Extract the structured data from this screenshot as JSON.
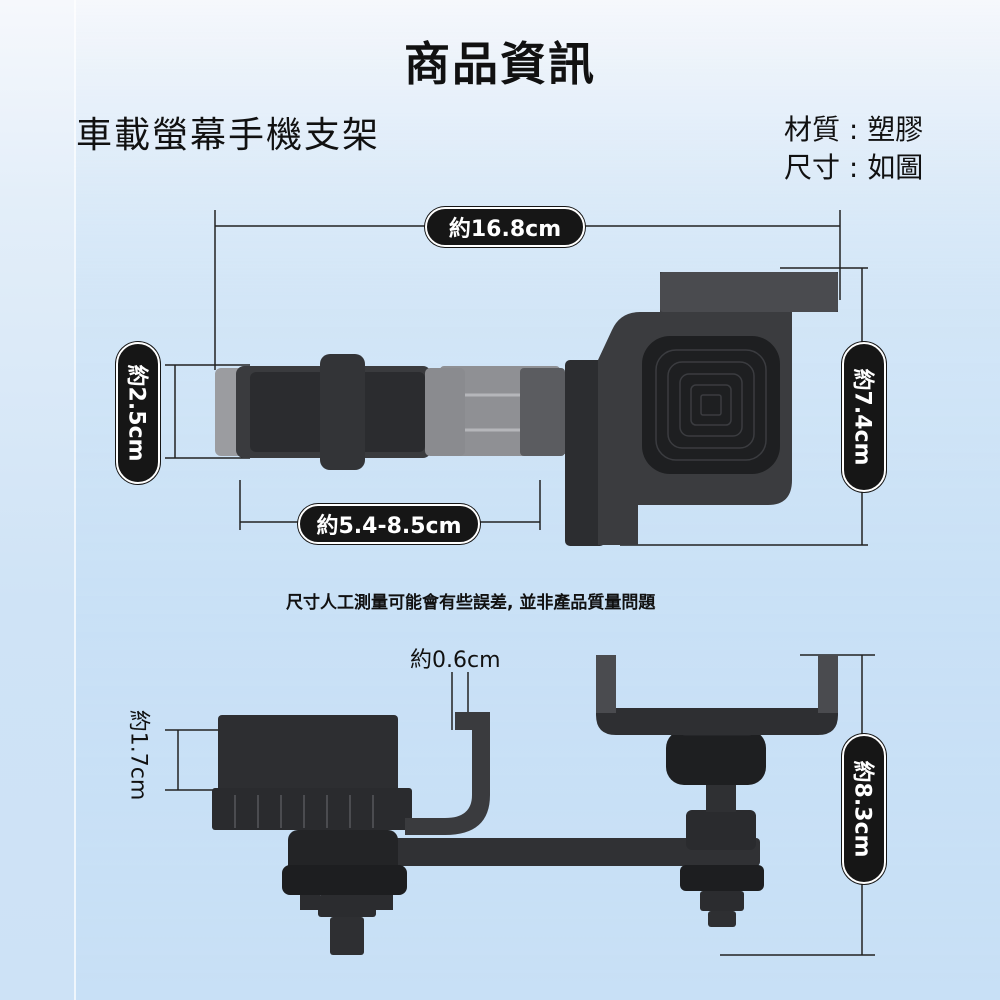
{
  "header": {
    "title": "商品資訊"
  },
  "product": {
    "name": "車載螢幕手機支架"
  },
  "specs": {
    "material_label": "材質",
    "material_value": "塑膠",
    "size_label": "尺寸",
    "size_value": "如圖",
    "separator": ":"
  },
  "dimensions": {
    "width": "約16.8cm",
    "grip_height": "約2.5cm",
    "grip_range": "約5.4-8.5cm",
    "body_height": "約7.4cm",
    "thickness": "約0.6cm",
    "clip_height": "約1.7cm",
    "total_height": "約8.3cm"
  },
  "note": "尺寸人工測量可能會有些誤差, 並非產品質量問題",
  "colors": {
    "pill_bg": "#161616",
    "product_dark": "#2a2a2c",
    "product_grey": "#8d8d90",
    "line": "#222222"
  }
}
